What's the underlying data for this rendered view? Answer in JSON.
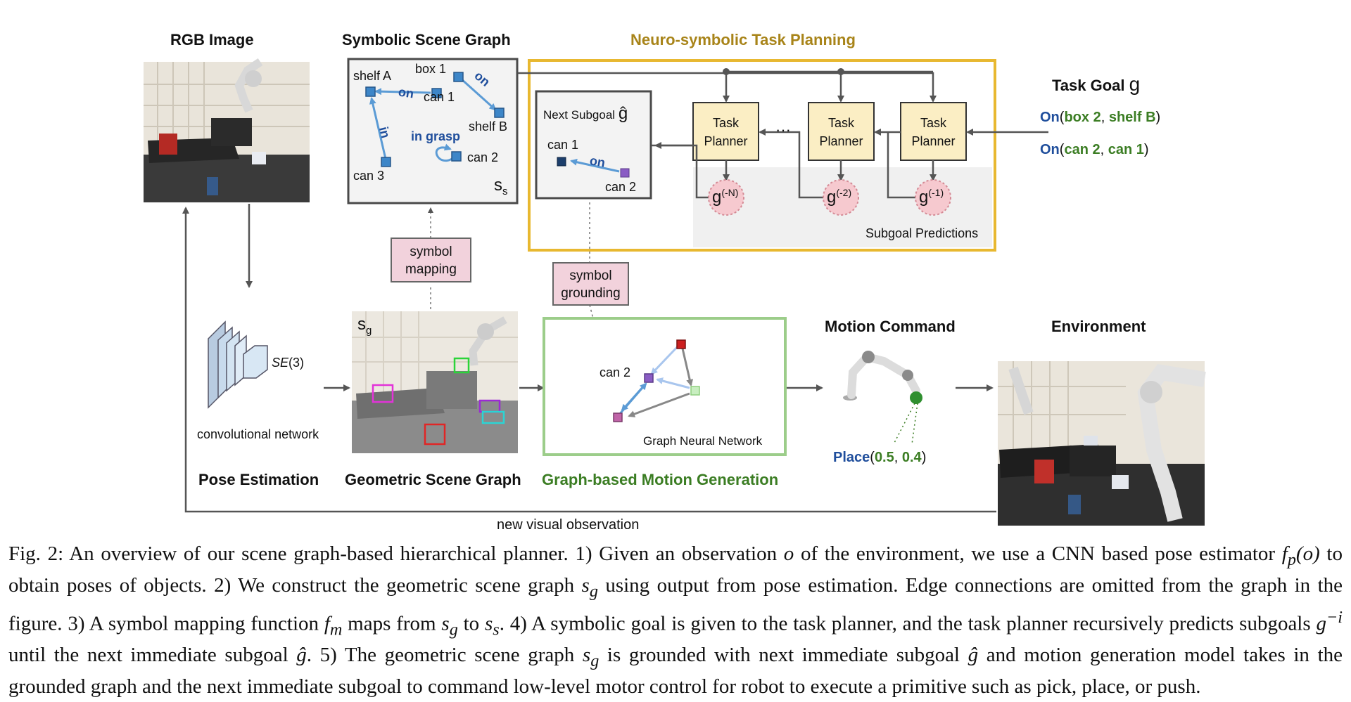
{
  "titles": {
    "rgb_image": "RGB Image",
    "symbolic_scene_graph": "Symbolic Scene Graph",
    "neuro_symbolic": "Neuro-symbolic Task Planning",
    "task_goal": "Task Goal",
    "task_goal_symbol": "g",
    "motion_command": "Motion Command",
    "environment": "Environment",
    "pose_estimation": "Pose Estimation",
    "geometric_scene_graph": "Geometric Scene Graph",
    "graph_motion": "Graph-based Motion Generation"
  },
  "symbolic_graph": {
    "nodes": [
      "shelf A",
      "box 1",
      "can 1",
      "shelf B",
      "can 2",
      "can 3"
    ],
    "edges": [
      "on",
      "on",
      "in",
      "in grasp"
    ],
    "label": "s",
    "label_sub": "s"
  },
  "next_subgoal": {
    "title": "Next Subgoal",
    "symbol": "ĝ",
    "nodes": [
      "can 1",
      "can 2"
    ],
    "edge": "on"
  },
  "planners": {
    "label_line1": "Task",
    "label_line2": "Planner",
    "dots": "···",
    "subgoals": [
      "g",
      "g",
      "g"
    ],
    "subgoal_sups": [
      "(-N)",
      "(-2)",
      "(-1)"
    ],
    "predictions_label": "Subgoal Predictions"
  },
  "task_goals": [
    {
      "pred": "On",
      "open": "(",
      "a": "box 2",
      "sep": ", ",
      "b": "shelf B",
      "close": ")"
    },
    {
      "pred": "On",
      "open": "(",
      "a": "can 2",
      "sep": ", ",
      "b": "can 1",
      "close": ")"
    }
  ],
  "boxes": {
    "symbol_mapping": [
      "symbol",
      "mapping"
    ],
    "symbol_grounding": [
      "symbol",
      "grounding"
    ]
  },
  "cnn": {
    "se3": "SE",
    "se3_arg": "(3)",
    "label": "convolutional network"
  },
  "geometric": {
    "label": "s",
    "label_sub": "g"
  },
  "gnn": {
    "node": "can 2",
    "label": "Graph Neural Network"
  },
  "place": {
    "pred": "Place",
    "open": "(",
    "a": "0.5",
    "sep": ", ",
    "b": "0.4",
    "close": ")"
  },
  "feedback_label": "new visual observation",
  "caption": {
    "p01": "Fig. 2: An overview of our scene graph-based hierarchical planner. 1) Given an observation ",
    "o": "o",
    "p02": " of the environment, we use a CNN based pose estimator ",
    "fp": "f",
    "fp_sub": "p",
    "fp_arg": "(o)",
    "p03": " to obtain poses of objects. 2) We construct the geometric scene graph ",
    "sg1": "s",
    "sg1_sub": "g",
    "p04": " using output from pose estimation. Edge connections are omitted from the graph in the figure. 3) A symbol mapping function ",
    "fm": "f",
    "fm_sub": "m",
    "p05": " maps from ",
    "sg2": "s",
    "sg2_sub": "g",
    "p06": " to ",
    "ss": "s",
    "ss_sub": "s",
    "p07": ". 4) A symbolic goal is given to the task planner, and the task planner recursively predicts subgoals ",
    "gi": "g",
    "gi_sup": "−i",
    "p08": " until the next immediate subgoal ",
    "ghat": "ĝ",
    "p09": ". 5) The geometric scene graph ",
    "sg3": "s",
    "sg3_sub": "g",
    "p10": " is grounded with next immediate subgoal ",
    "ghat2": "ĝ",
    "p11": " and motion generation model takes in the grounded graph and the next immediate subgoal to command low-level motor control for robot to execute a primitive such as ",
    "pick": "pick",
    "c1": ", ",
    "place": "place",
    "c2": ", or ",
    "push": "push",
    "end": "."
  },
  "colors": {
    "gold": "#E8B830",
    "green_box": "#9ccd8a",
    "green_text": "#3b7d23",
    "blue_text": "#1f4e9c",
    "node_blue": "#3d86c8",
    "pink_box": "#f2d2dc",
    "planner_fill": "#fbeec4",
    "subgoal_fill": "#f6c9cf"
  }
}
